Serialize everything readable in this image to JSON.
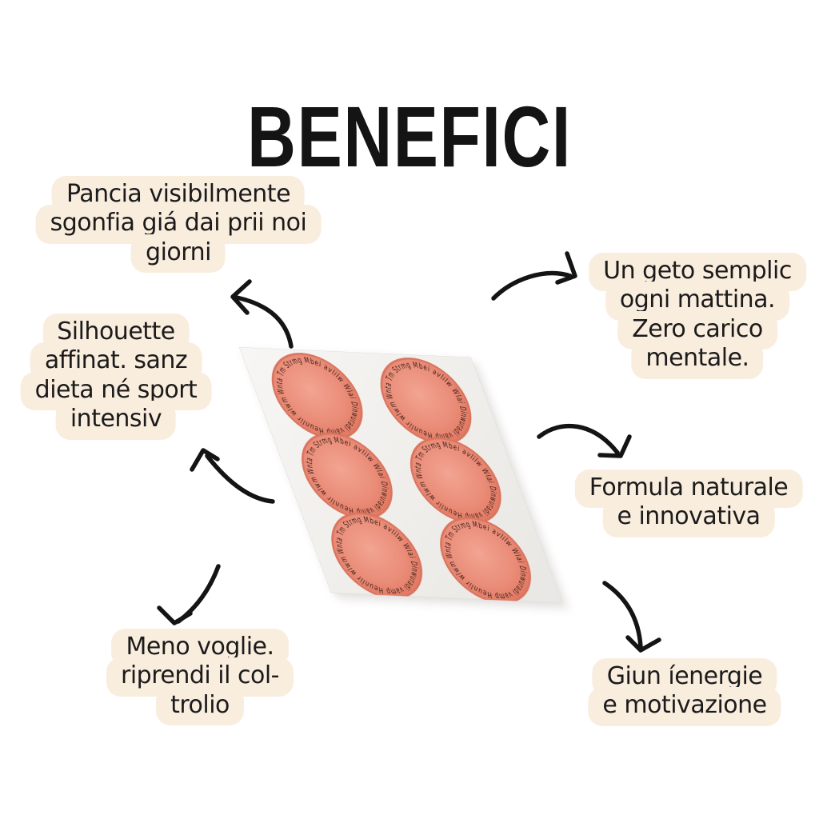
{
  "page": {
    "title": "BENEFICI"
  },
  "colors": {
    "background": "#ffffff",
    "bubble_bg": "#f9edde",
    "text": "#1b1b1b",
    "arrow": "#141414",
    "patch_fill": "#ea8d79",
    "patch_edge": "#da755f",
    "patch_rim_text_color": "#3c201a",
    "sheet_bg": "#f4f2ef"
  },
  "bubbles": [
    {
      "id": "pancia",
      "lines": [
        "Pancia visibilmente",
        "sgonfia giá dai prii noi",
        "giorni"
      ]
    },
    {
      "id": "silhouette",
      "lines": [
        "Silhouette",
        "affinat. sanz",
        "dieta né sport",
        "intensiv"
      ]
    },
    {
      "id": "meno",
      "lines": [
        "Meno voglie.",
        "riprendi il col-",
        "trolio"
      ]
    },
    {
      "id": "ungesto",
      "lines": [
        "Un geto semplic",
        "ogni mattina.",
        "Zero carico",
        "mentale."
      ]
    },
    {
      "id": "formula",
      "lines": [
        "Formula naturale",
        "e innovativa"
      ]
    },
    {
      "id": "giun",
      "lines": [
        "Giun íenergie",
        "e motivazione"
      ]
    }
  ],
  "sheet": {
    "patch_count": 6,
    "rows": 3,
    "cols": 2,
    "rim_text": "Wnta Tm Strmg Mbei avlilw Wlai Dinwuradi vamp Heunlir wlwm"
  }
}
